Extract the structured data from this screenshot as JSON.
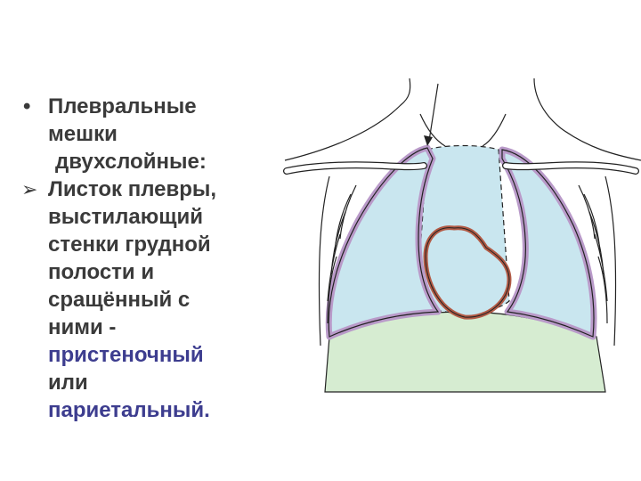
{
  "text": {
    "bullet_symbol": "•",
    "arrow_symbol": "➢",
    "lines_bullet": [
      "Плевральные",
      "мешки"
    ],
    "line_bullet_cont": "двухслойные:",
    "lines_sub": [
      "Листок плевры,",
      "выстилающий",
      "стенки грудной",
      "полости и",
      "сращённый с",
      "ними -"
    ],
    "lines_accent": [
      "пристеночный"
    ],
    "line_plain": "или",
    "line_accent_last": "париетальный."
  },
  "colors": {
    "text": "#3a3a3a",
    "accent_text": "#3d3d8f",
    "lung_fill": "#c9e6ef",
    "pleura_outline": "#b99ac9",
    "heart_outline": "#b25a45",
    "diaphragm_fill": "#d6ecd1",
    "line": "#222222"
  }
}
